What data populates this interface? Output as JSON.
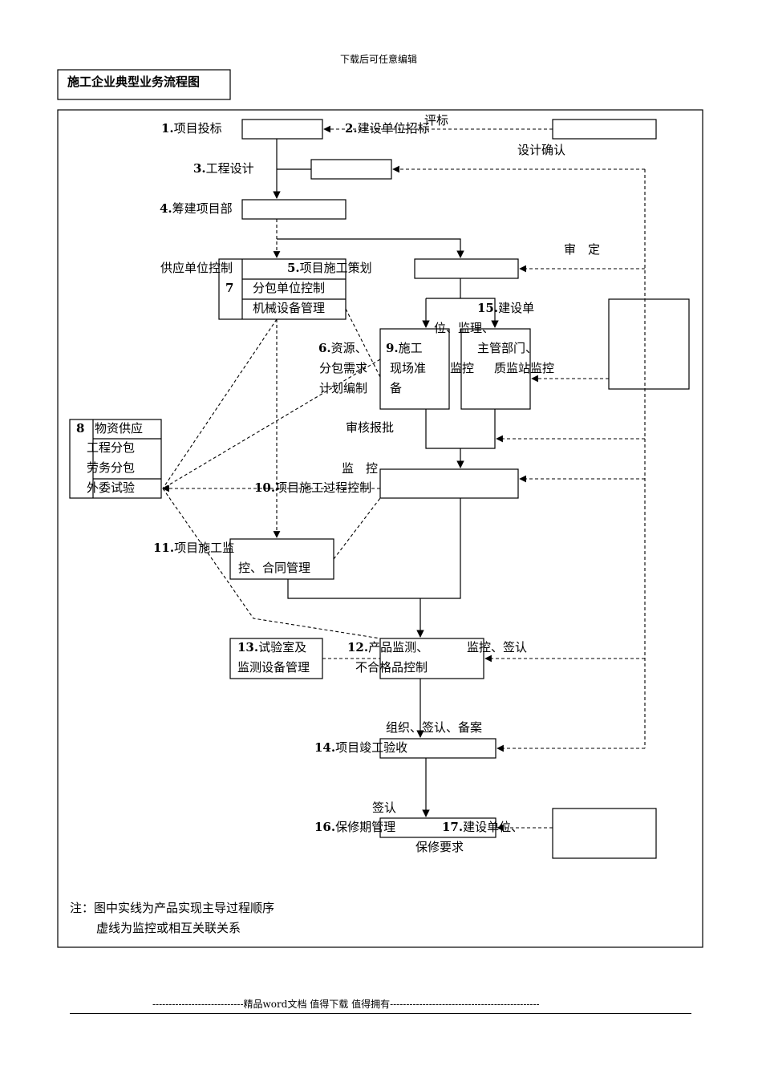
{
  "header_note": "下载后可任意编辑",
  "doc_title": "施工企业典型业务流程图",
  "steps": {
    "s1": {
      "num": "1.",
      "label": "项目投标"
    },
    "s2": {
      "num": "2.",
      "label": "建设单位招标"
    },
    "s3": {
      "num": "3.",
      "label": "工程设计"
    },
    "s4": {
      "num": "4.",
      "label": "筹建项目部"
    },
    "s5": {
      "num": "5.",
      "label": "项目施工策划"
    },
    "s6": {
      "num": "6.",
      "line1": "资源、",
      "line2": "分包需求",
      "line3": "计划编制"
    },
    "s7": {
      "num": "7",
      "line1": "分包单位控制",
      "line2": "机械设备管理",
      "side": "供应单位控制"
    },
    "s8": {
      "num": "8",
      "line1": "物资供应",
      "line2": "工程分包",
      "line3": "劳务分包",
      "line4": "外委试验"
    },
    "s9": {
      "num": "9.",
      "line1": "施工",
      "line2": "现场准",
      "line3": "备"
    },
    "s10": {
      "num": "10.",
      "label": "项目施工过程控制"
    },
    "s11": {
      "num": "11.",
      "line1": "项目施工监",
      "line2": "控、合同管理"
    },
    "s12": {
      "num": "12.",
      "line1": "产品监测、",
      "line2": "不合格品控制"
    },
    "s13": {
      "num": "13.",
      "line1": "试验室及",
      "line2": "监测设备管理"
    },
    "s14": {
      "num": "14.",
      "label": "项目竣工验收"
    },
    "s15": {
      "num": "15.",
      "line1": "建设单",
      "line2": "位、监理、",
      "line3": "主管部门、",
      "line4": "质监站监控"
    },
    "s16": {
      "num": "16.",
      "label": "保修期管理"
    },
    "s17": {
      "num": "17.",
      "line1": "建设单位、",
      "line2": "保修要求"
    }
  },
  "edge_labels": {
    "pingbiao": "评标",
    "sheji_queren": "设计确认",
    "shending": "审　定",
    "jiankong_9": "监控",
    "shenhe_baopi": "审核报批",
    "jiankong_10": "监　控",
    "jiankong_qianren": "监控、签认",
    "zuzhi": "组织、签认、备案",
    "qianren": "签认"
  },
  "notes": {
    "line1": "注：图中实线为产品实现主导过程顺序",
    "line2": "虚线为监控或相互关联关系"
  },
  "footer": "----------------------------精品word文档  值得下载  值得拥有----------------------------------------------"
}
